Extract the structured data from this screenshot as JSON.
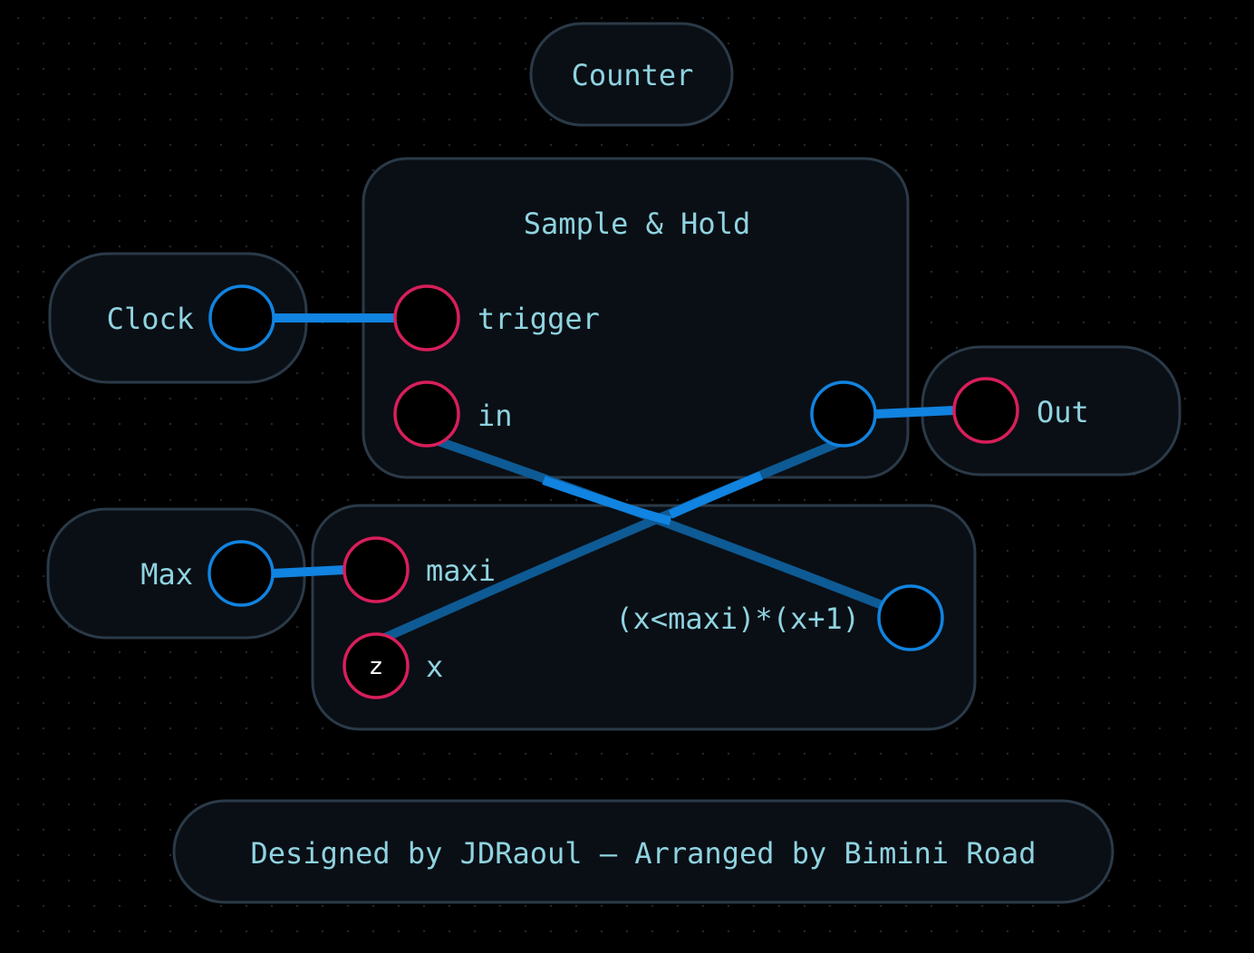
{
  "colors": {
    "background": "#000000",
    "node_fill": "#0a0f15",
    "node_border": "#2b3a48",
    "label_text": "#8fd3e0",
    "input_port": "#d81e5b",
    "output_port": "#1183e0",
    "wire_bright": "#1183e0",
    "wire_dim": "#0e5a94"
  },
  "nodes": {
    "counter": {
      "title": "Counter"
    },
    "sample_hold": {
      "title": "Sample & Hold",
      "inputs": [
        "trigger",
        "in"
      ]
    },
    "clock": {
      "label": "Clock"
    },
    "out": {
      "label": "Out"
    },
    "max": {
      "label": "Max"
    },
    "expression": {
      "inputs": [
        "maxi",
        "x"
      ],
      "formula": "(x<maxi)*(x+1)",
      "x_port_glyph": "z"
    },
    "credits": {
      "text": "Designed by JDRaoul — Arranged by Bimini Road"
    }
  },
  "connections": [
    {
      "from": "Clock",
      "to": "Sample & Hold.trigger"
    },
    {
      "from": "Sample & Hold.out",
      "to": "Out"
    },
    {
      "from": "Max",
      "to": "maxi"
    },
    {
      "from": "(x<maxi)*(x+1)",
      "to": "Sample & Hold.in"
    },
    {
      "from": "Sample & Hold.out",
      "to": "x"
    }
  ]
}
